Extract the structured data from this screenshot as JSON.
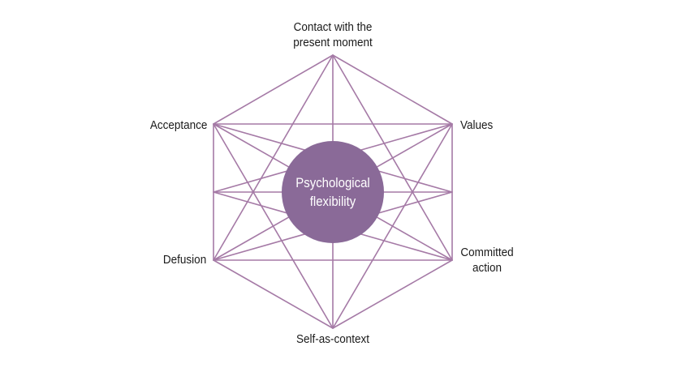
{
  "diagram": {
    "center": {
      "line1": "Psychological",
      "line2": "flexibility"
    },
    "nodes": {
      "top": {
        "line1": "Contact with the",
        "line2": "present moment"
      },
      "upper_right": "Values",
      "lower_right": {
        "line1": "Committed",
        "line2": "action"
      },
      "bottom": "Self-as-context",
      "lower_left": "Defusion",
      "upper_left": "Acceptance"
    },
    "colors": {
      "line": "#a57aa6",
      "circle_fill": "#8a6a98",
      "center_text": "#ffffff",
      "label_text": "#1a1a1a"
    }
  }
}
